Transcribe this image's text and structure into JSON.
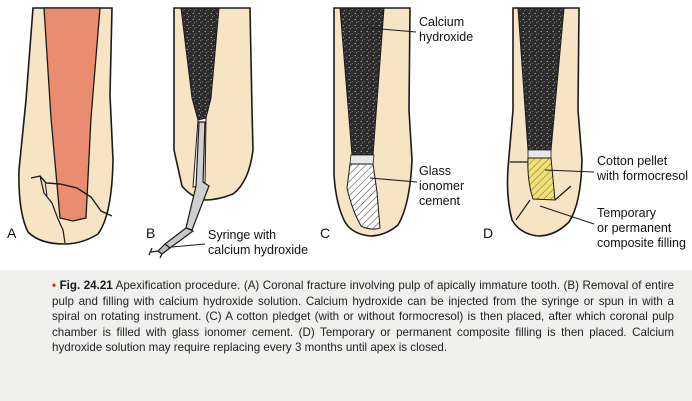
{
  "panels": {
    "a": {
      "letter": "A"
    },
    "b": {
      "letter": "B",
      "label_line1": "Syringe with",
      "label_line2": "calcium hydroxide"
    },
    "c": {
      "letter": "C",
      "label1_line1": "Calcium",
      "label1_line2": "hydroxide",
      "label2_line1": "Glass",
      "label2_line2": "ionomer",
      "label2_line3": "cement"
    },
    "d": {
      "letter": "D",
      "label1_line1": "Cotton pellet",
      "label1_line2": "with formocresol",
      "label2_line1": "Temporary",
      "label2_line2": "or permanent",
      "label2_line3": "composite filling"
    }
  },
  "caption": {
    "bullet": "•",
    "figure_number": "Fig. 24.21",
    "text": "Apexification procedure. (A) Coronal fracture involving pulp of apically immature tooth. (B) Removal of entire pulp and filling with calcium hydroxide solution. Calcium hydroxide can be injected from the syringe or spun in with a spiral on rotating instrument. (C) A cotton pledget (with or without formocresol) is then placed, after which coronal pulp chamber is filled with glass ionomer cement. (D) Temporary or permanent composite filling is then placed. Calcium hydroxide solution may require replacing every 3 months until apex is closed."
  },
  "colors": {
    "tooth": "#f7e4c4",
    "pulp": "#e98c70",
    "ink": "#1a1a1a",
    "pellet": "#efe07a",
    "syringe": "#d0d0d0"
  }
}
